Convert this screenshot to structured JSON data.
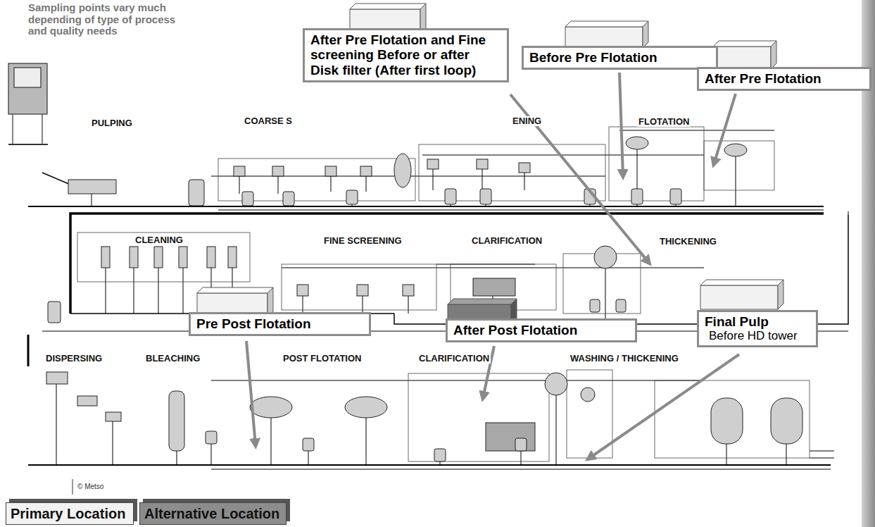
{
  "diagram": {
    "nodes": [
      {
        "text": [
          "After Pre Flotation and Fine screening Before or after Disk filter (After first loop)"
        ]
      },
      {
        "text": [
          "Before Pre Flotation"
        ]
      },
      {
        "text": [
          "After Pre Flotation"
        ]
      },
      {
        "text": [
          "Pre Post Flotation"
        ]
      },
      {
        "text": [
          "After Post Flotation"
        ]
      },
      {
        "text": [
          "Final Pulp",
          "Before HD tower"
        ]
      }
    ],
    "labels": [
      "Sampling points vary much depending of type of process and quality needs",
      "PULPING",
      "COARSE S",
      "ENING",
      "FLOTATION",
      "CLEANING",
      "FINE SCREENING",
      "CLARIFICATION",
      "THICKENING",
      "DISPERSING",
      "BLEACHING",
      "POST FLOTATION",
      "CLARIFICATION",
      "WASHING / THICKENING",
      "© Metso"
    ],
    "legend": [
      {
        "text": "Primary Location",
        "color": "#f2f2f2"
      },
      {
        "text": "Alternative Location",
        "color": "#8c8c8c"
      }
    ]
  }
}
